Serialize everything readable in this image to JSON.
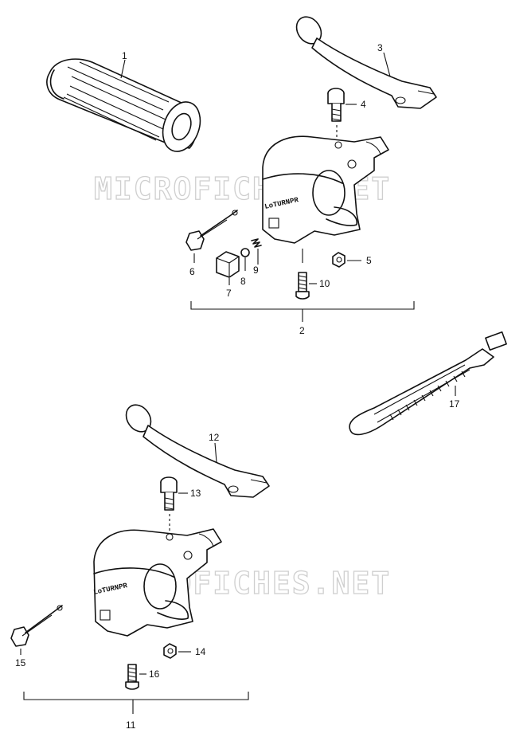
{
  "watermark": "MICROFICHES.NET",
  "switch_stamp": "LoTURNPR",
  "callouts": {
    "c1": "1",
    "c2": "2",
    "c3": "3",
    "c4": "4",
    "c5": "5",
    "c6": "6",
    "c7": "7",
    "c8": "8",
    "c9": "9",
    "c10": "10",
    "c11": "11",
    "c12": "12",
    "c13": "13",
    "c14": "14",
    "c15": "15",
    "c16": "16",
    "c17": "17"
  }
}
